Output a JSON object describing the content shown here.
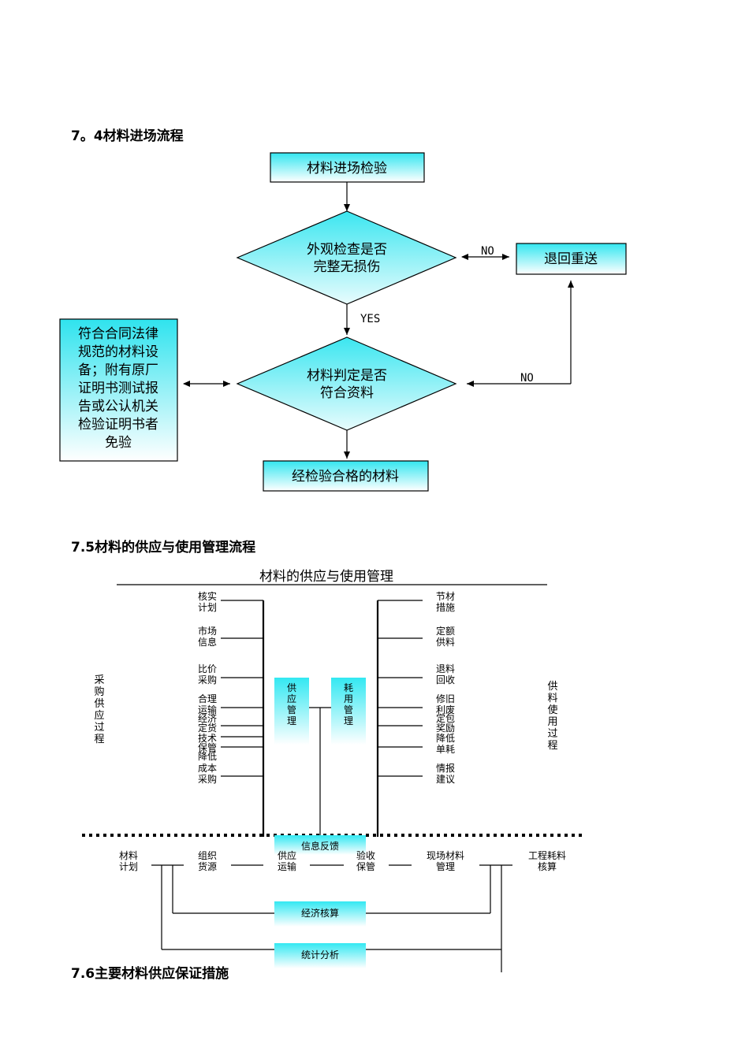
{
  "headings": {
    "h74": "7。4材料进场流程",
    "h75": "7.5材料的供应与使用管理流程",
    "h76": "7.6主要材料供应保证措施"
  },
  "flow74": {
    "start": "材料进场检验",
    "decision1": [
      "外观检查是否",
      "完整无损伤"
    ],
    "return": "退回重送",
    "no1": "NO",
    "yes": "YES",
    "decision2": [
      "材料判定是否",
      "符合资料"
    ],
    "no2": "NO",
    "side_note": [
      "符合合同法律",
      "规范的材料设",
      "备；附有原厂",
      "证明书测试报",
      "告或公认机关",
      "检验证明书者",
      "免验"
    ],
    "end": "经检验合格的材料"
  },
  "flow75": {
    "title": "材料的供应与使用管理",
    "left_side_label": [
      "采",
      "购",
      "供",
      "应",
      "过",
      "程"
    ],
    "right_side_label": [
      "供",
      "料",
      "使",
      "用",
      "过",
      "程"
    ],
    "left_items": [
      [
        "核实",
        "计划"
      ],
      [
        "市场",
        "信息"
      ],
      [
        "比价",
        "采购"
      ],
      [
        "合理",
        "运输"
      ],
      [
        "经济",
        "定货"
      ],
      [
        "技术",
        "保管"
      ],
      [
        "降低",
        "成本"
      ],
      [
        "",
        "采购"
      ]
    ],
    "right_items": [
      [
        "节材",
        "措施"
      ],
      [
        "定额",
        "供料"
      ],
      [
        "退料",
        "回收"
      ],
      [
        "修旧",
        "利废"
      ],
      [
        "定包",
        "奖励"
      ],
      [
        "降低",
        "单耗"
      ],
      [
        "情报",
        "建议"
      ]
    ],
    "supply_mgmt": [
      "供",
      "应",
      "管",
      "理"
    ],
    "consume_mgmt": [
      "耗",
      "用",
      "管",
      "理"
    ],
    "info_feedback": "信息反馈",
    "bottom_chain": [
      [
        "材料",
        "计划"
      ],
      [
        "组织",
        "货源"
      ],
      [
        "供应",
        "运输"
      ],
      [
        "验收",
        "保管"
      ],
      [
        "现场材料",
        "管理"
      ],
      [
        "工程耗料",
        "核算"
      ]
    ],
    "econ_accounting": "经济核算",
    "stat_analysis": "统计分析"
  },
  "colors": {
    "box_fill_top": "#33e6f0",
    "box_fill_bottom": "#ffffff",
    "diamond_fill": "#40e8f2",
    "stroke": "#000000"
  }
}
